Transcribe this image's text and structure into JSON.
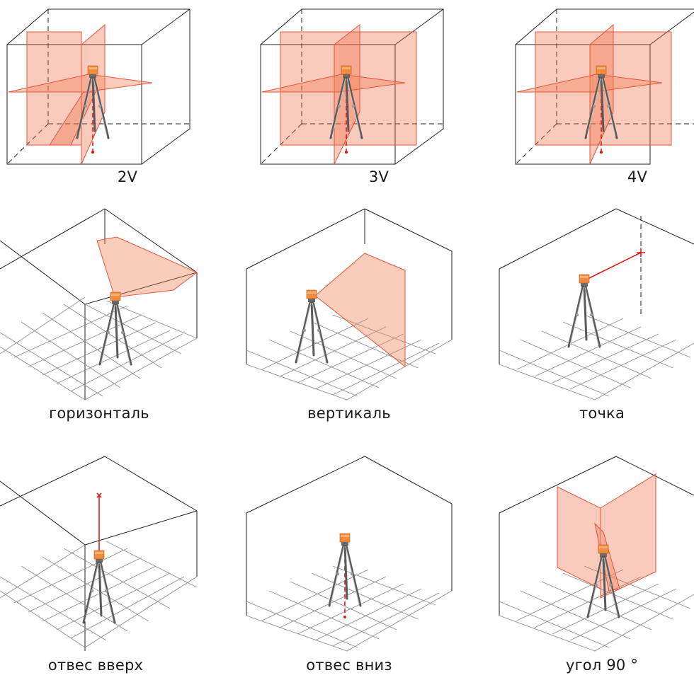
{
  "labels": {
    "r1c1": "2V",
    "r1c2": "3V",
    "r1c3": "4V",
    "r2c1": "горизонталь",
    "r2c2": "вертикаль",
    "r2c3": "точка",
    "r3c1": "отвес вверх",
    "r3c2": "отвес вниз",
    "r3c3": "угол 90 °"
  },
  "colors": {
    "plane": "#f26b45",
    "beam": "#e01b1b",
    "device": "#f28b3c",
    "edge": "#1d1d1d"
  }
}
